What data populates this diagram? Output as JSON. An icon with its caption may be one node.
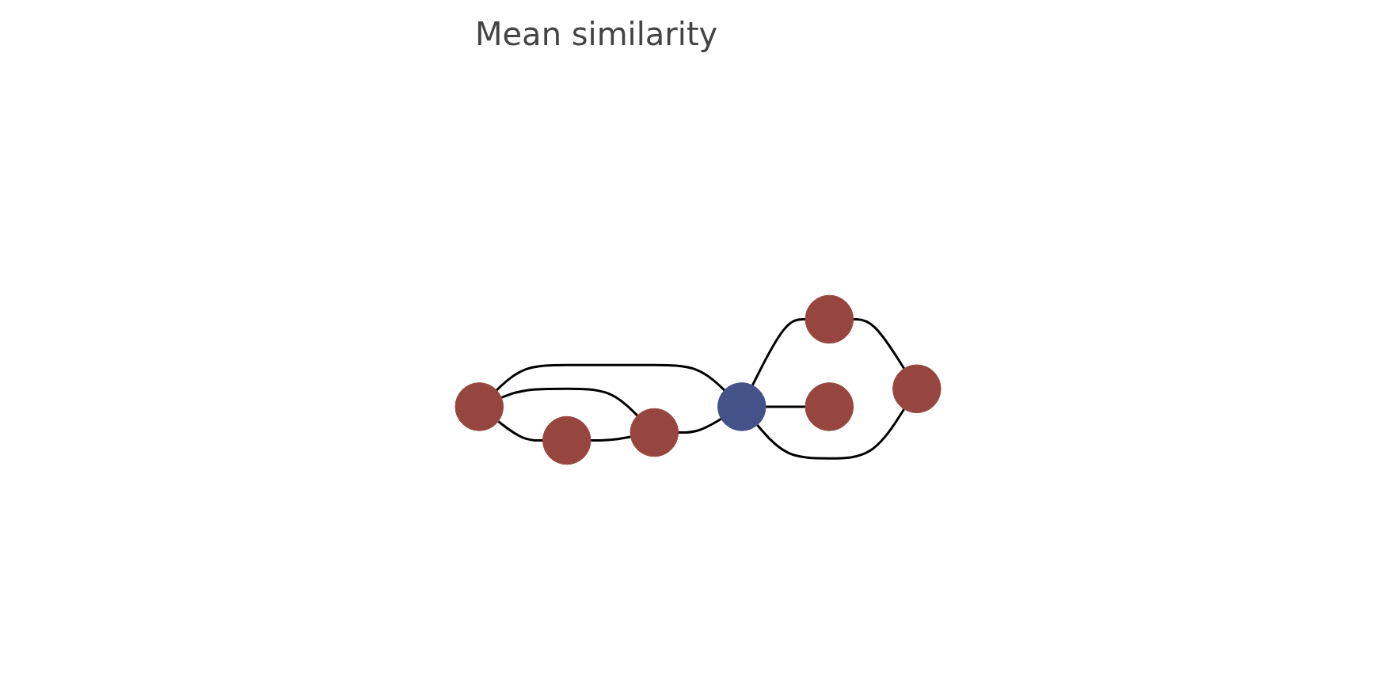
{
  "diagram": {
    "nodes": [
      {
        "text": [],
        "shape": "circle"
      },
      {
        "text": [],
        "shape": "circle"
      },
      {
        "text": [],
        "shape": "circle"
      },
      {
        "text": [],
        "shape": "circle"
      },
      {
        "text": [],
        "shape": "circle"
      },
      {
        "text": [],
        "shape": "circle"
      },
      {
        "text": [],
        "shape": "circle"
      }
    ],
    "edges": [
      {
        "from": 1,
        "to": 0,
        "arrow": "none"
      },
      {
        "from": 1,
        "to": 2,
        "arrow": "none"
      },
      {
        "from": 1,
        "to": 3,
        "arrow": "none"
      },
      {
        "from": 2,
        "to": 3,
        "arrow": "none"
      },
      {
        "from": 0,
        "to": 2,
        "arrow": "none"
      },
      {
        "from": 3,
        "to": 4,
        "arrow": "none"
      },
      {
        "from": 4,
        "to": 6,
        "arrow": "none"
      },
      {
        "from": 3,
        "to": 6,
        "arrow": "none"
      },
      {
        "from": 3,
        "to": 5,
        "arrow": "none"
      }
    ],
    "labels": [
      "Mean similarity"
    ]
  }
}
